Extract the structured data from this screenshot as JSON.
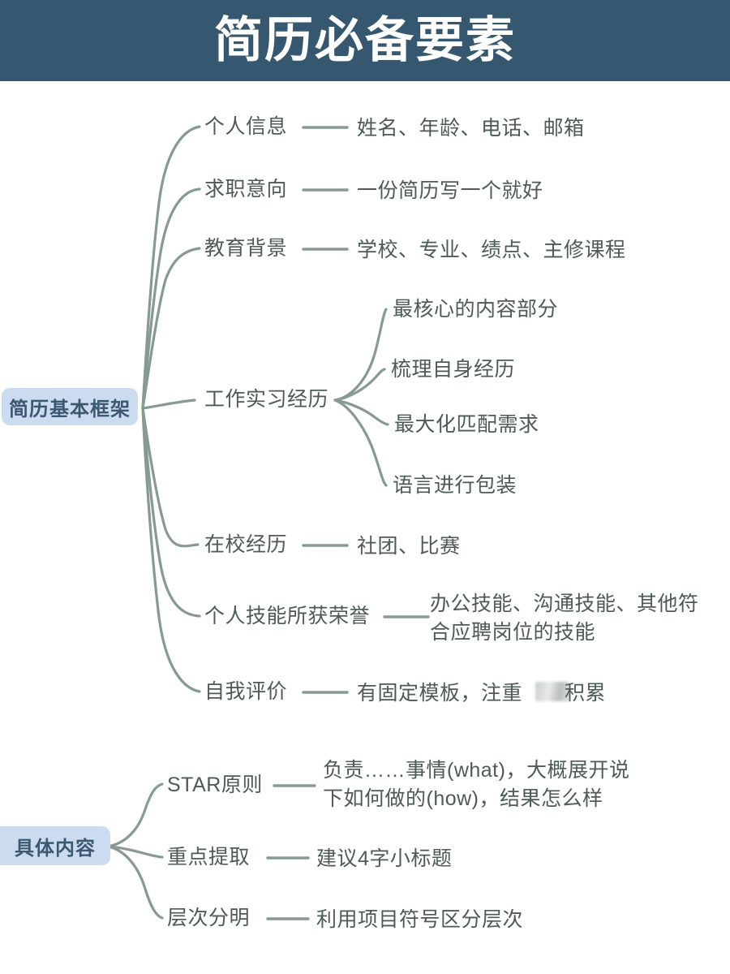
{
  "header": {
    "title": "简历必备要素",
    "background_color": "#355870",
    "text_color": "#ffffff"
  },
  "theme": {
    "connector_color": "#869a93",
    "node_text_color": "#4d5a55",
    "badge_background": "#ccdcf0",
    "badge_text_color": "#3c5870",
    "page_background": "#ffffff"
  },
  "sections": [
    {
      "root": "简历基本框架",
      "branches": [
        {
          "label": "个人信息",
          "detail": "姓名、年龄、电话、邮箱"
        },
        {
          "label": "求职意向",
          "detail": "一份简历写一个就好"
        },
        {
          "label": "教育背景",
          "detail": "学校、专业、绩点、主修课程"
        },
        {
          "label": "工作实习经历",
          "detail": "",
          "children": [
            "最核心的内容部分",
            "梳理自身经历",
            "最大化匹配需求",
            "语言进行包装"
          ]
        },
        {
          "label": "在校经历",
          "detail": "社团、比赛"
        },
        {
          "label": "个人技能所获荣誉",
          "detail": "办公技能、沟通技能、其他符\n合应聘岗位的技能"
        },
        {
          "label": "自我评价",
          "detail_before": "有固定模板，注重",
          "detail_after": "积累",
          "redacted": true
        }
      ]
    },
    {
      "root": "具体内容",
      "branches": [
        {
          "label": "STAR原则",
          "detail": "负责……事情(what)，大概展开说\n下如何做的(how)，结果怎么样"
        },
        {
          "label": "重点提取",
          "detail": "建议4字小标题"
        },
        {
          "label": "层次分明",
          "detail": "利用项目符号区分层次"
        }
      ]
    }
  ]
}
